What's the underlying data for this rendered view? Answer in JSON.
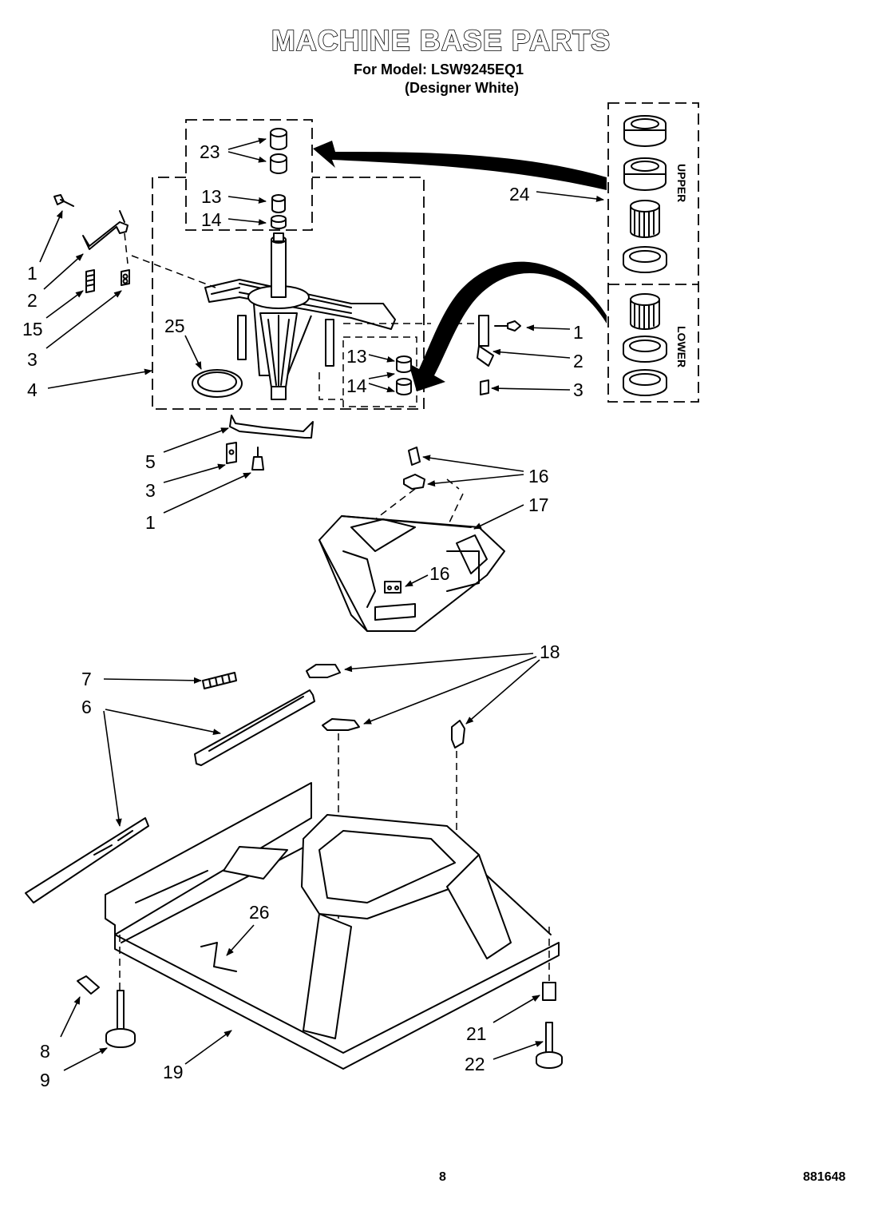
{
  "header": {
    "title": "MACHINE BASE PARTS",
    "model_line": "For Model: LSW9245EQ1",
    "variant_line": "(Designer White)"
  },
  "callouts": {
    "c23": "23",
    "c13a": "13",
    "c14a": "14",
    "c1a": "1",
    "c2a": "2",
    "c15": "15",
    "c3a": "3",
    "c4": "4",
    "c25": "25",
    "c24": "24",
    "c1b": "1",
    "c2b": "2",
    "c3b": "3",
    "c13b": "13",
    "c14b": "14",
    "c5": "5",
    "c3c": "3",
    "c1c": "1",
    "c16a": "16",
    "c17": "17",
    "c16b": "16",
    "c18": "18",
    "c7": "7",
    "c6": "6",
    "c26": "26",
    "c8": "8",
    "c9": "9",
    "c19": "19",
    "c21": "21",
    "c22": "22"
  },
  "kit_box": {
    "upper_label": "UPPER",
    "lower_label": "LOWER"
  },
  "footer": {
    "page_number": "8",
    "document_number": "881648"
  }
}
